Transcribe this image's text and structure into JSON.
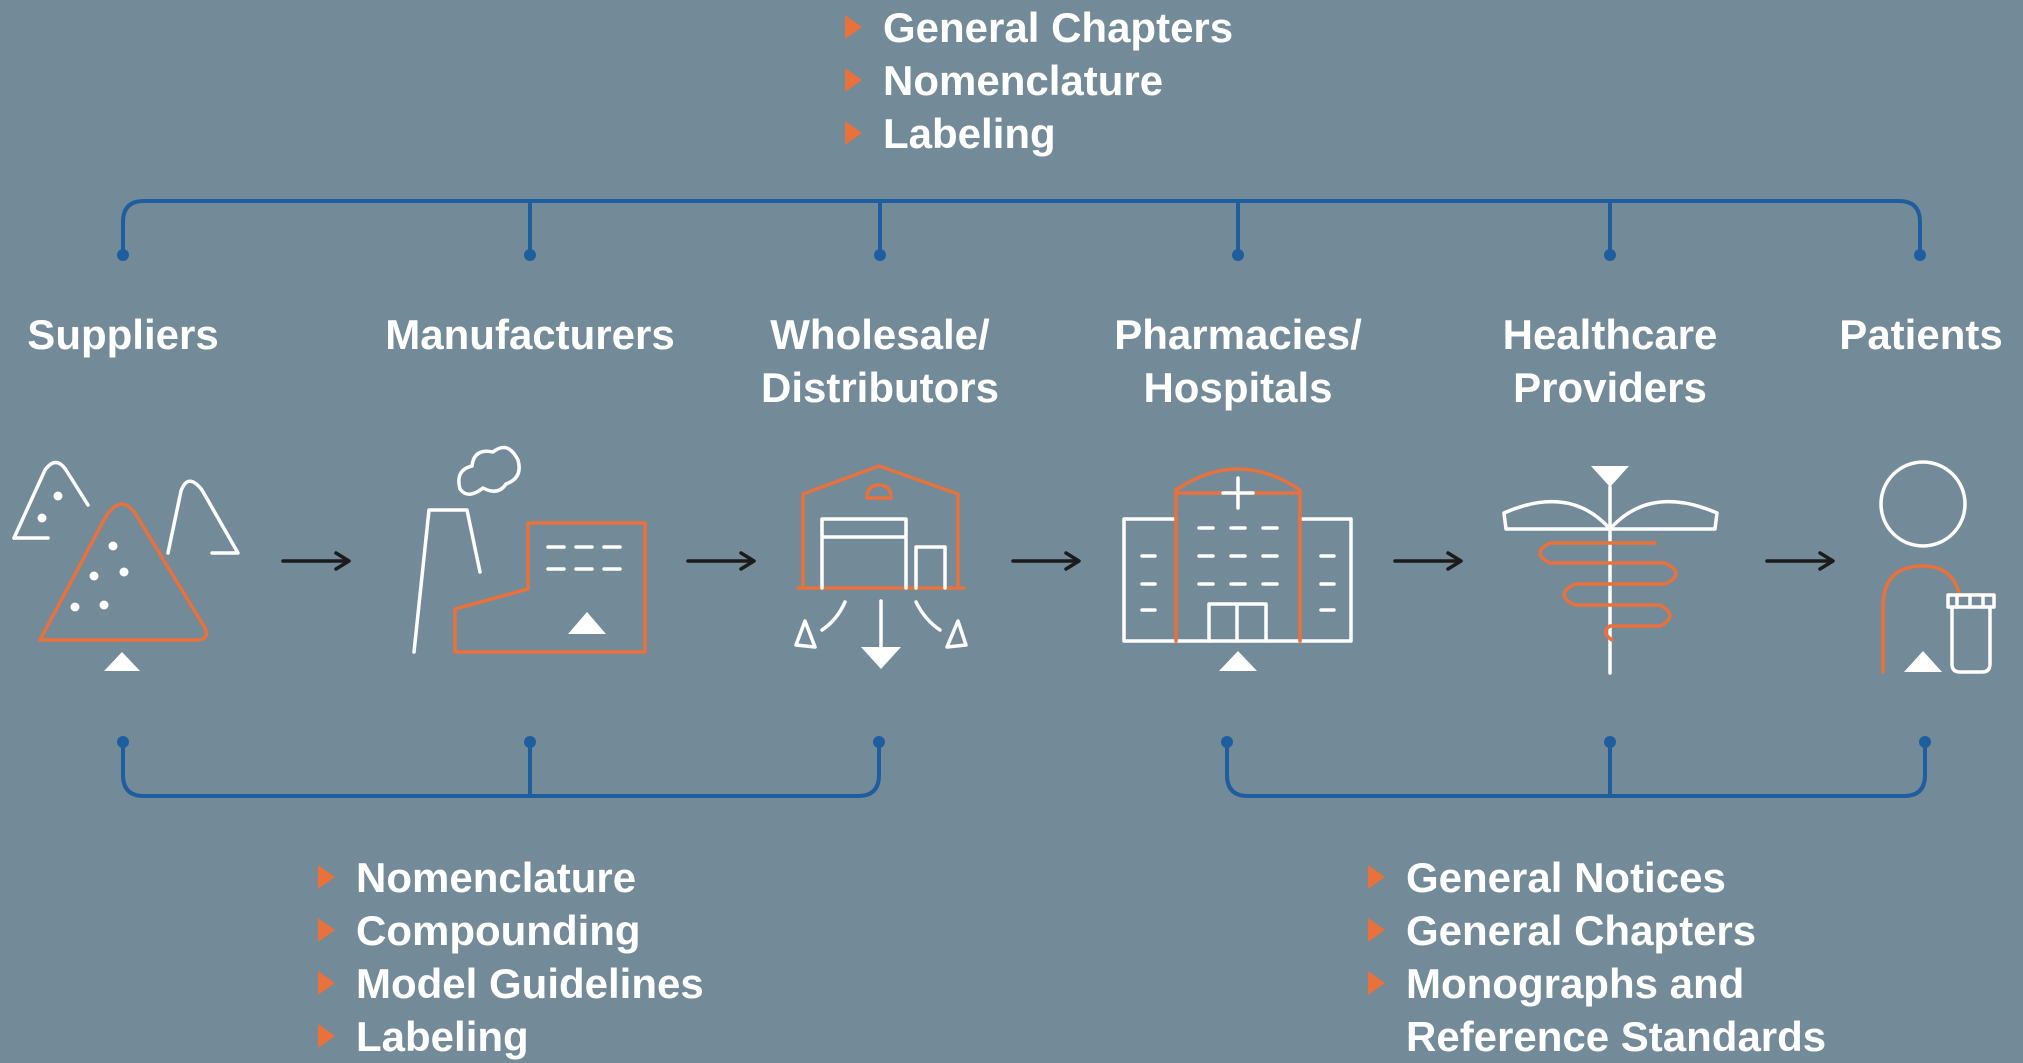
{
  "colors": {
    "background": "#738a99",
    "bracket": "#1f5e9e",
    "accent": "#e8713c",
    "line": "#ffffff",
    "arrow": "#1b1b1b"
  },
  "top_list": [
    "General Chapters",
    "Nomenclature",
    "Labeling"
  ],
  "stages": [
    {
      "line1": "Suppliers",
      "line2": "",
      "icon": "mountains-icon"
    },
    {
      "line1": "Manufacturers",
      "line2": "",
      "icon": "factory-icon"
    },
    {
      "line1": "Wholesale/",
      "line2": "Distributors",
      "icon": "warehouse-icon"
    },
    {
      "line1": "Pharmacies/",
      "line2": "Hospitals",
      "icon": "hospital-icon"
    },
    {
      "line1": "Healthcare",
      "line2": "Providers",
      "icon": "caduceus-icon"
    },
    {
      "line1": "Patients",
      "line2": "",
      "icon": "patient-icon"
    }
  ],
  "bottom_left_list": [
    "Nomenclature",
    "Compounding",
    "Model Guidelines",
    "Labeling"
  ],
  "bottom_right_list": [
    "General Notices",
    "General Chapters",
    "Monographs and",
    "Reference Standards"
  ]
}
